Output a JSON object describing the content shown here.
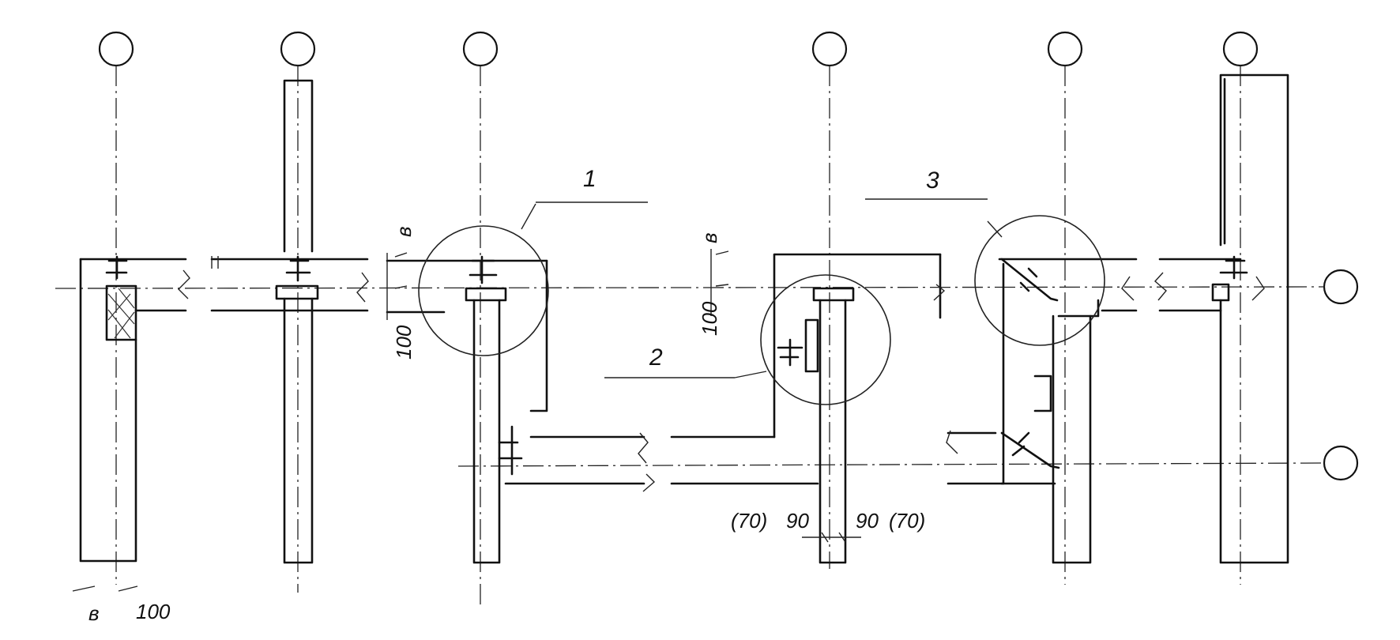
{
  "labels": {
    "callout_1": "1",
    "callout_2": "2",
    "callout_3": "3",
    "dim_b": "в",
    "dim_100": "100",
    "dim_b_left": "в",
    "dim_100_left": "100",
    "dim_b_mid": "в",
    "dim_100_mid": "100",
    "dim_70_left": "(70)",
    "dim_90_left": "90",
    "dim_90_right": "90",
    "dim_70_right": "(70)"
  }
}
